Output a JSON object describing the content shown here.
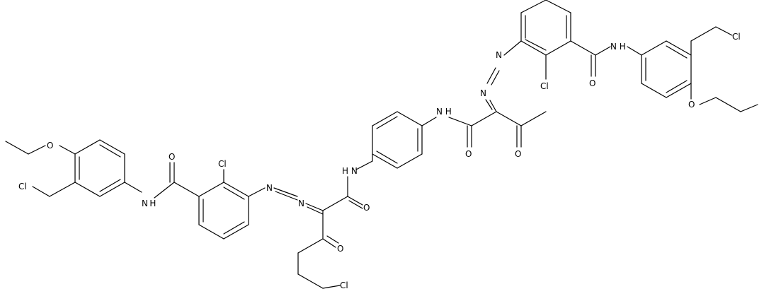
{
  "labels": {
    "o_ethoxy_left": "O",
    "cl_cm_left": "Cl",
    "nh_amide_left": "N H",
    "o_amide_left": "O",
    "cl_ring_left": "Cl",
    "azo_n1_left": "N",
    "azo_n2_left": "N",
    "o_keto_left": "O",
    "cl_chain_left": "Cl",
    "o_amide_center_left": "O",
    "nh_center_left": "H N",
    "nh_center_right": "N H",
    "o_amide_center_right": "O",
    "o_keto_right": "O",
    "azo_n1_right": "N",
    "azo_n2_right": "N",
    "cl_ring_right": "Cl",
    "o_amide_right": "O",
    "nh_amide_right": "N H",
    "cl_cm_right": "Cl",
    "o_ethoxy_right": "O"
  }
}
